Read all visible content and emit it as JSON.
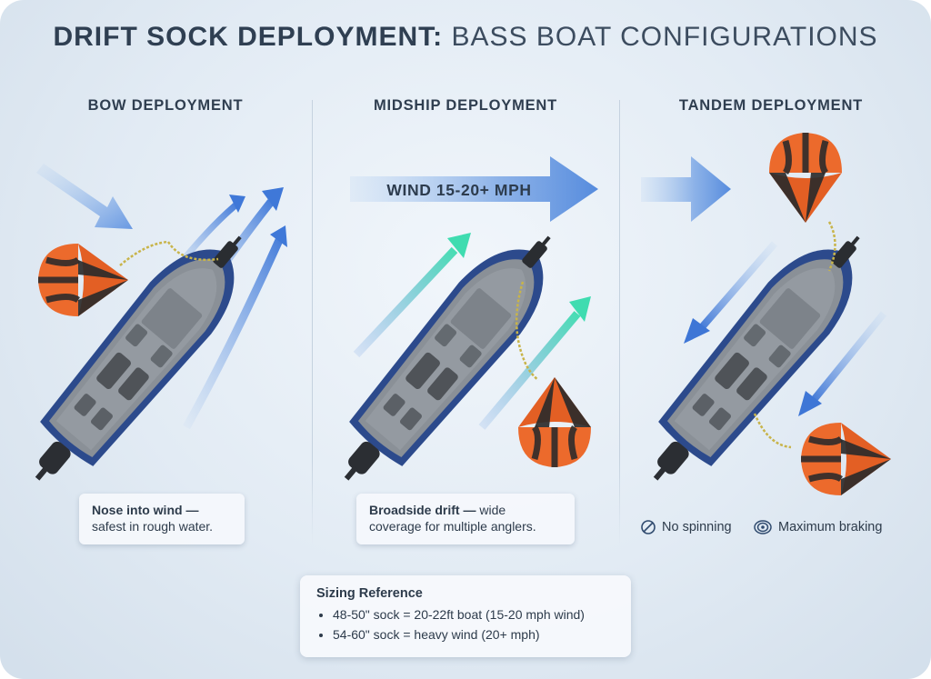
{
  "title": {
    "bold": "DRIFT SOCK DEPLOYMENT:",
    "light": "BASS BOAT CONFIGURATIONS"
  },
  "columns": [
    {
      "heading": "BOW DEPLOYMENT",
      "caption_bold": "Nose into wind —",
      "caption_rest": "safest in rough water."
    },
    {
      "heading": "MIDSHIP DEPLOYMENT",
      "wind_label": "WIND 15-20+ MPH",
      "caption_bold": "Broadside drift —",
      "caption_rest1": "wide",
      "caption_rest2": "coverage for multiple anglers."
    },
    {
      "heading": "TANDEM DEPLOYMENT",
      "legend": [
        {
          "icon": "no-spinning-icon",
          "label": "No spinning"
        },
        {
          "icon": "maximum-braking-icon",
          "label": "Maximum braking"
        }
      ]
    }
  ],
  "sizing": {
    "title": "Sizing Reference",
    "items": [
      "48-50\" sock = 20-22ft boat (15-20 mph wind)",
      "54-60\" sock = heavy wind (20+ mph)"
    ]
  },
  "colors": {
    "hull": "#2c4a8c",
    "deck": "#8a8f96",
    "sock_orange": "#ec6a2c",
    "sock_dark": "#2d2b2b",
    "wind_arrow": "#4b82d6",
    "current_arrow": "#3fd6a8"
  }
}
